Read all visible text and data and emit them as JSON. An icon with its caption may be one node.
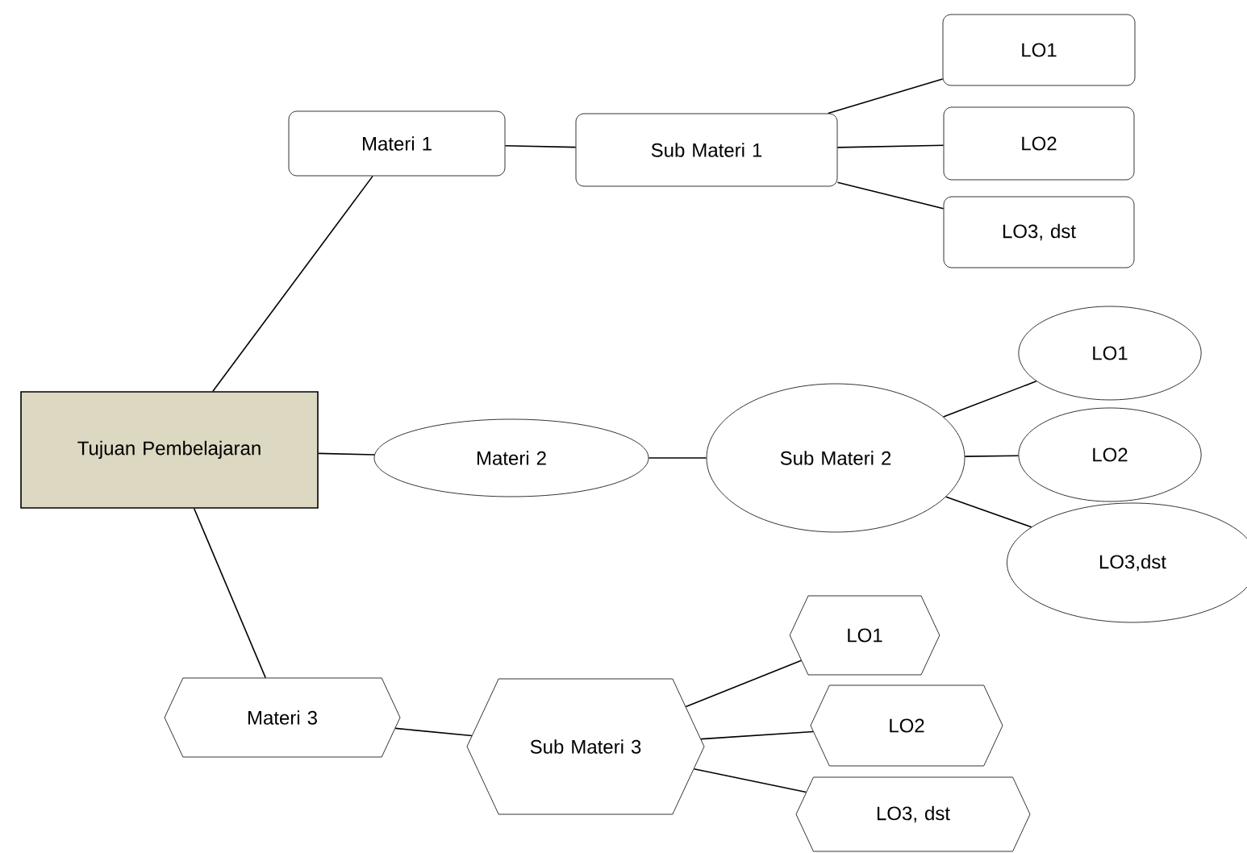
{
  "diagram": {
    "nodes": [
      {
        "text": [
          "Tujuan Pembelajaran"
        ]
      },
      {
        "text": [
          "Materi 1"
        ]
      },
      {
        "text": [
          "Sub Materi 1"
        ]
      },
      {
        "text": [
          "LO1"
        ]
      },
      {
        "text": [
          "LO2"
        ]
      },
      {
        "text": [
          "LO3, dst"
        ]
      },
      {
        "text": [
          "Materi 2"
        ]
      },
      {
        "text": [
          "Sub Materi 2"
        ]
      },
      {
        "text": [
          "LO1"
        ]
      },
      {
        "text": [
          "LO2"
        ]
      },
      {
        "text": [
          "LO3,dst"
        ]
      },
      {
        "text": [
          "Materi 3"
        ]
      },
      {
        "text": [
          "Sub Materi 3"
        ]
      },
      {
        "text": [
          "LO1"
        ]
      },
      {
        "text": [
          "LO2"
        ]
      },
      {
        "text": [
          "LO3, dst"
        ]
      }
    ],
    "edges": [
      {
        "from": 0,
        "to": 1,
        "arrow": "none"
      },
      {
        "from": 0,
        "to": 6,
        "arrow": "none"
      },
      {
        "from": 0,
        "to": 11,
        "arrow": "none"
      },
      {
        "from": 1,
        "to": 2,
        "arrow": "none"
      },
      {
        "from": 2,
        "to": 3,
        "arrow": "none"
      },
      {
        "from": 2,
        "to": 4,
        "arrow": "none"
      },
      {
        "from": 2,
        "to": 5,
        "arrow": "none"
      },
      {
        "from": 6,
        "to": 7,
        "arrow": "none"
      },
      {
        "from": 7,
        "to": 8,
        "arrow": "none"
      },
      {
        "from": 7,
        "to": 9,
        "arrow": "none"
      },
      {
        "from": 7,
        "to": 10,
        "arrow": "none"
      },
      {
        "from": 11,
        "to": 12,
        "arrow": "none"
      },
      {
        "from": 12,
        "to": 13,
        "arrow": "none"
      },
      {
        "from": 12,
        "to": 14,
        "arrow": "none"
      },
      {
        "from": 12,
        "to": 15,
        "arrow": "none"
      }
    ]
  }
}
